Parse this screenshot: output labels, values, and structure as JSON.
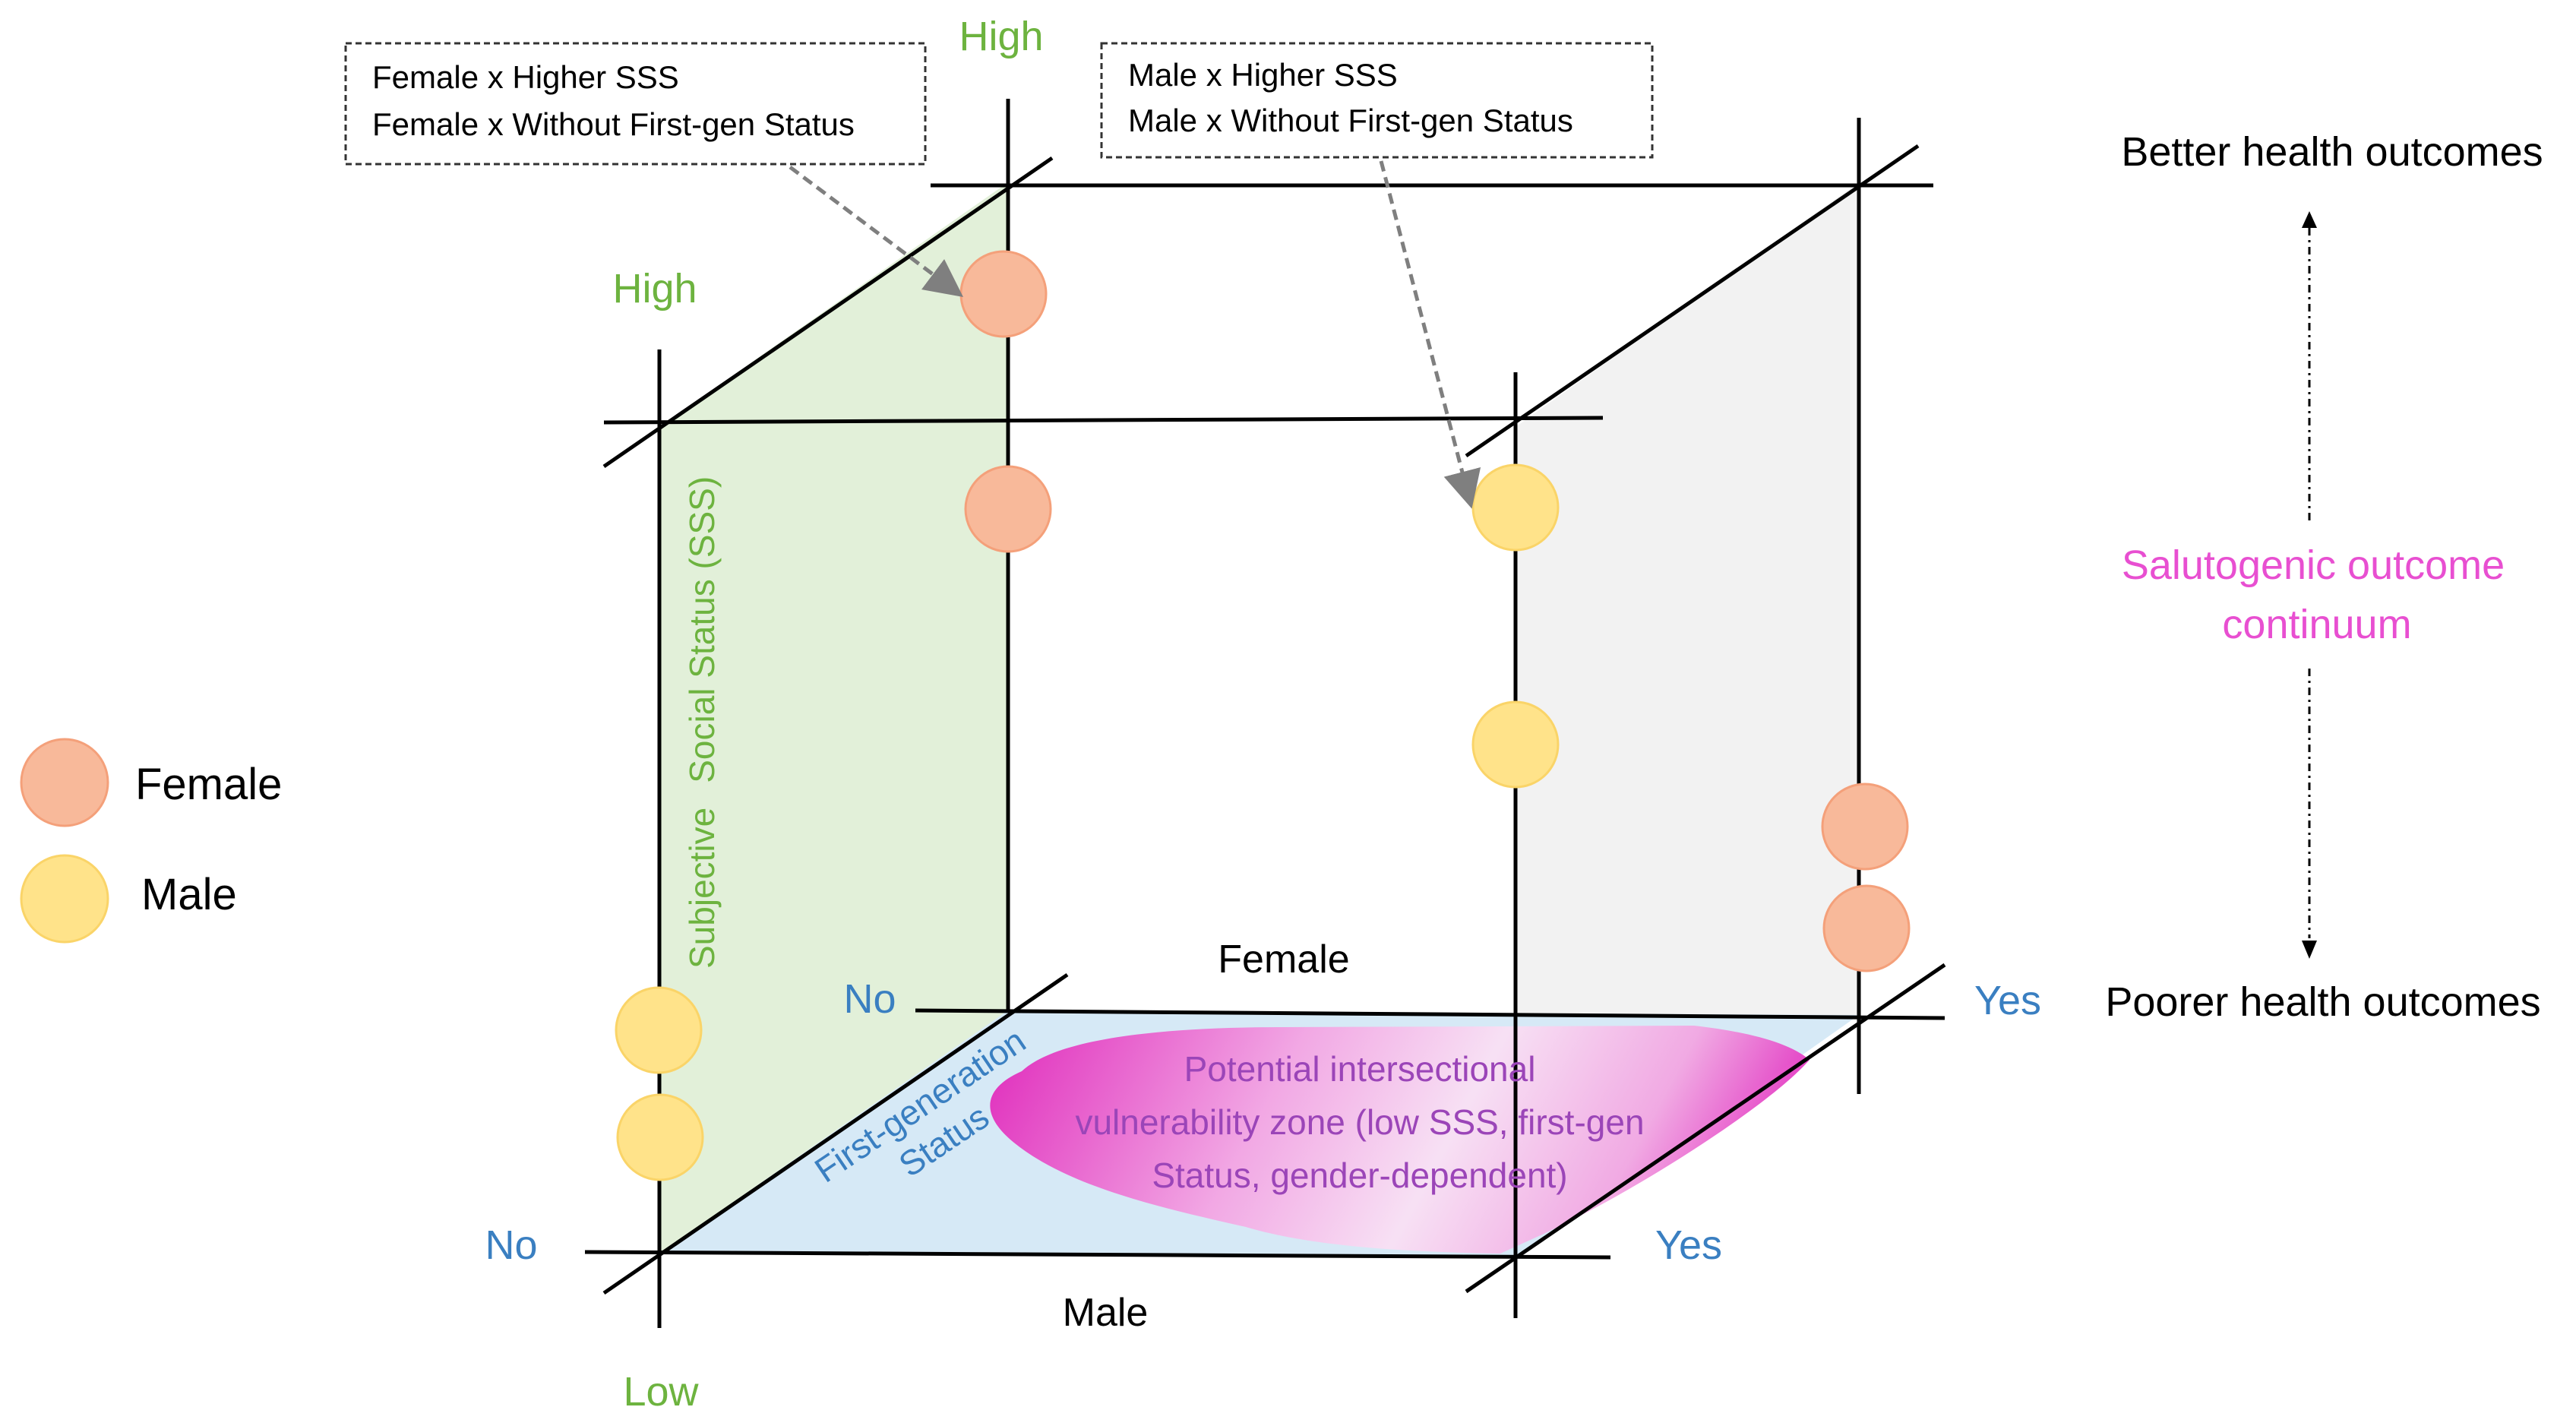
{
  "callouts": {
    "female": {
      "line1": "Female x Higher SSS",
      "line2": "Female x Without First-gen Status"
    },
    "male": {
      "line1": "Male x Higher SSS",
      "line2": "Male x Without First-gen Status"
    }
  },
  "axes": {
    "sss": {
      "title_part1": "Subjective",
      "title_part2": "Social Status (SSS)",
      "high_back": "High",
      "high_front": "High",
      "low": "Low"
    },
    "first_gen": {
      "title_line1": "First-generation",
      "title_line2": "Status",
      "no_back": "No",
      "no_front": "No",
      "yes_back": "Yes",
      "yes_front": "Yes"
    },
    "gender": {
      "back": "Female",
      "front": "Male"
    }
  },
  "vulnerability_zone": {
    "line1": "Potential intersectional",
    "line2": "vulnerability zone (low SSS, first-gen",
    "line3": "Status, gender-dependent)"
  },
  "outcome_scale": {
    "top": "Better  health outcomes",
    "bottom": "Poorer health outcomes",
    "middle_line1": "Salutogenic outcome",
    "middle_line2": "continuum"
  },
  "legend": [
    {
      "label": "Female",
      "color": "#F8B99A"
    },
    {
      "label": "Male",
      "color": "#FFE38A"
    }
  ],
  "colors": {
    "female": "#F8B99A",
    "female_stroke": "#F4A07A",
    "male": "#FFE38A",
    "male_stroke": "#FAD468",
    "sss_text": "#6DB33F",
    "first_gen_text": "#3A7FC1",
    "zone": "#E23DC0",
    "zone_text": "#9B45B8",
    "continuum_text": "#E84FD1",
    "green_plane": "#E2F0D9",
    "grey_plane": "#F2F2F2",
    "blue_plane": "#D6E9F6"
  }
}
